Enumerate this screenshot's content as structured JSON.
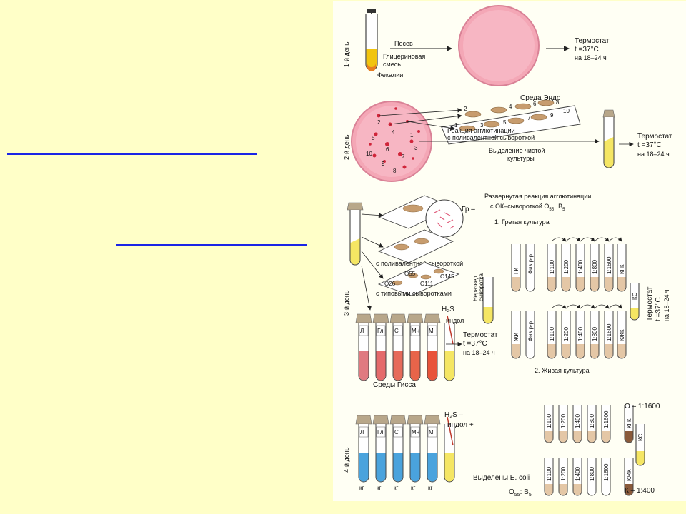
{
  "slide": {
    "accent_line_color": "#1a24e6",
    "background": "#ffffc8"
  },
  "diagram": {
    "day1": {
      "day_label": "1-й день",
      "sowing": "Посев",
      "glycerin": "Глицериновая",
      "mixture": "смесь",
      "feces": "Фекалии",
      "thermostat": "Термостат",
      "temp": "t =37°С",
      "time": "на 18–24 ч"
    },
    "day2": {
      "day_label": "2-й день",
      "endo": "Среда Эндо",
      "agglut1": "Реакция агглютинации",
      "agglut2": "с поливалентной сывороткой",
      "pure1": "Выделение чистой",
      "pure2": "культуры",
      "thermostat": "Термостат",
      "temp": "t =37°С",
      "time": "на 18–24 ч.",
      "colony_numbers": [
        "1",
        "2",
        "3",
        "4",
        "5",
        "6",
        "7",
        "8",
        "9",
        "10"
      ],
      "slide_numbers": [
        "1",
        "2",
        "3",
        "4",
        "5",
        "6",
        "7",
        "8",
        "9",
        "10"
      ]
    },
    "day3": {
      "day_label": "3-й день",
      "gram": "Гр –",
      "expanded1": "Развернутая реакция агглютинации",
      "expanded2": "с ОК–сывороткой  O",
      "o_sub": "55",
      "b_label": "B",
      "b_sub": "5",
      "heated": "1. Гретая культура",
      "live": "2. Живая культура",
      "polyvalent": "с поливалентной сывороткой",
      "typical": "с типовыми сыворотками",
      "slide_marks": [
        "O55",
        "O111",
        "O26",
        "O145"
      ],
      "undiluted1": "Неразвед.",
      "undiluted2": "сыворотка",
      "row1_tubes": [
        "ГК",
        "Физ р-р",
        "1:100",
        "1:200",
        "1:400",
        "1:800",
        "1:1600",
        "КГК"
      ],
      "row2_tubes": [
        "ЖК",
        "Физ р-р",
        "1:100",
        "1:200",
        "1:400",
        "1:800",
        "1:1600",
        "КЖК"
      ],
      "ks": "КС",
      "right_thermostat": "Термостат",
      "right_temp": "t =37°С",
      "right_time": "на 18–24 ч",
      "hiss_tubes": [
        "Л",
        "Гл",
        "С",
        "Мн",
        "М"
      ],
      "h2s": "H₂S",
      "indole": "индол",
      "thermostat": "Термостат",
      "temp": "t =37°С",
      "time": "на 18–24 ч",
      "hiss": "Среды Гисса"
    },
    "day4": {
      "day_label": "4-й день",
      "hiss_tubes": [
        "Л",
        "Гл",
        "С",
        "Мн",
        "М"
      ],
      "kg": [
        "кг",
        "кг",
        "кг",
        "кг",
        "кг"
      ],
      "h2s": "H₂S –",
      "indole": "индол +",
      "row1_tubes": [
        "1:100",
        "1:200",
        "1:400",
        "1:800",
        "1:1600",
        "КГК"
      ],
      "row2_tubes": [
        "1:100",
        "1:200",
        "1:400",
        "1:800",
        "1:1600",
        "КЖК"
      ],
      "o_result": "О – 1:1600",
      "ks": "КС",
      "isolated1": "Выделены E. coli",
      "isolated2": "O",
      "isolated_o_sub": "55",
      "isolated_b": ": B",
      "isolated_b_sub": "5",
      "k_result": "К – 1:400"
    }
  }
}
